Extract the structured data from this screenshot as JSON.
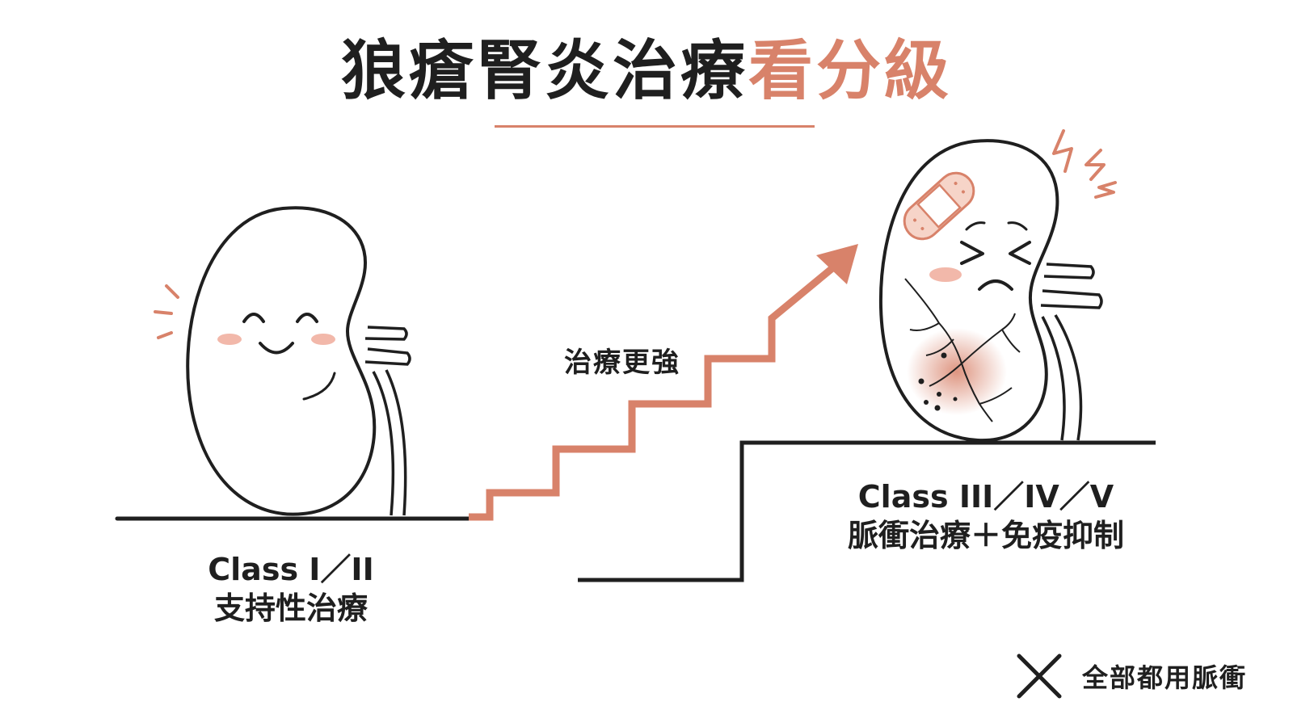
{
  "title": {
    "main": "狼瘡腎炎治療",
    "accent": "看分級"
  },
  "left_group": {
    "class_label": "Class I／II",
    "treatment": "支持性治療"
  },
  "right_group": {
    "class_label": "Class III／IV／V",
    "treatment": "脈衝治療＋免疫抑制"
  },
  "arrow": {
    "label": "治療更強"
  },
  "note": {
    "text": "全部都用脈衝"
  },
  "colors": {
    "accent": "#d8826a",
    "line": "#1f1f1f",
    "blush": "#f2b8aa"
  },
  "icons": {
    "happy_kidney": "happy-kidney-icon",
    "hurt_kidney": "hurt-kidney-icon",
    "cross": "cross-icon"
  }
}
